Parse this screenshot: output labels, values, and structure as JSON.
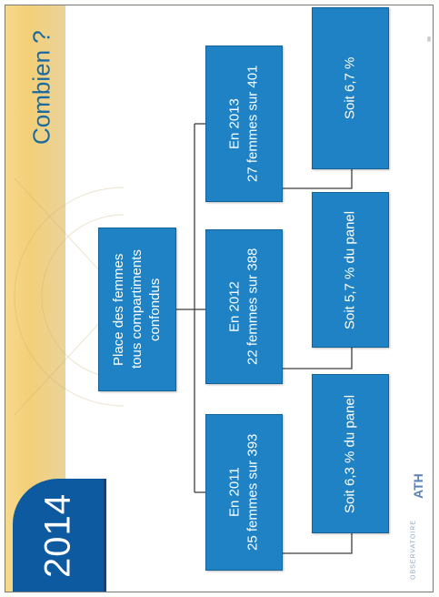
{
  "slide": {
    "title": "Combien ?",
    "year_badge": "2014"
  },
  "diagram": {
    "root": {
      "lines": [
        "Place des femmes",
        "tous compartiments",
        "confondus"
      ]
    },
    "years": [
      {
        "lines": [
          "En 2011",
          "25 femmes sur 393"
        ]
      },
      {
        "lines": [
          "En 2012",
          "22 femmes sur 388"
        ]
      },
      {
        "lines": [
          "En 2013",
          "27 femmes sur 401"
        ]
      }
    ],
    "shares": [
      {
        "text": "Soit 6,3 % du panel"
      },
      {
        "text": "Soit 5,7 % du panel"
      },
      {
        "text": "Soit 6,7 %"
      }
    ]
  },
  "logo": {
    "text": "OBSERVATOIRE",
    "mark": "ATH"
  },
  "colors": {
    "box_fill": "#1e82c4",
    "badge_fill": "#0d5aa0",
    "title_text": "#1a6aa0",
    "band": "#f3cf78"
  }
}
